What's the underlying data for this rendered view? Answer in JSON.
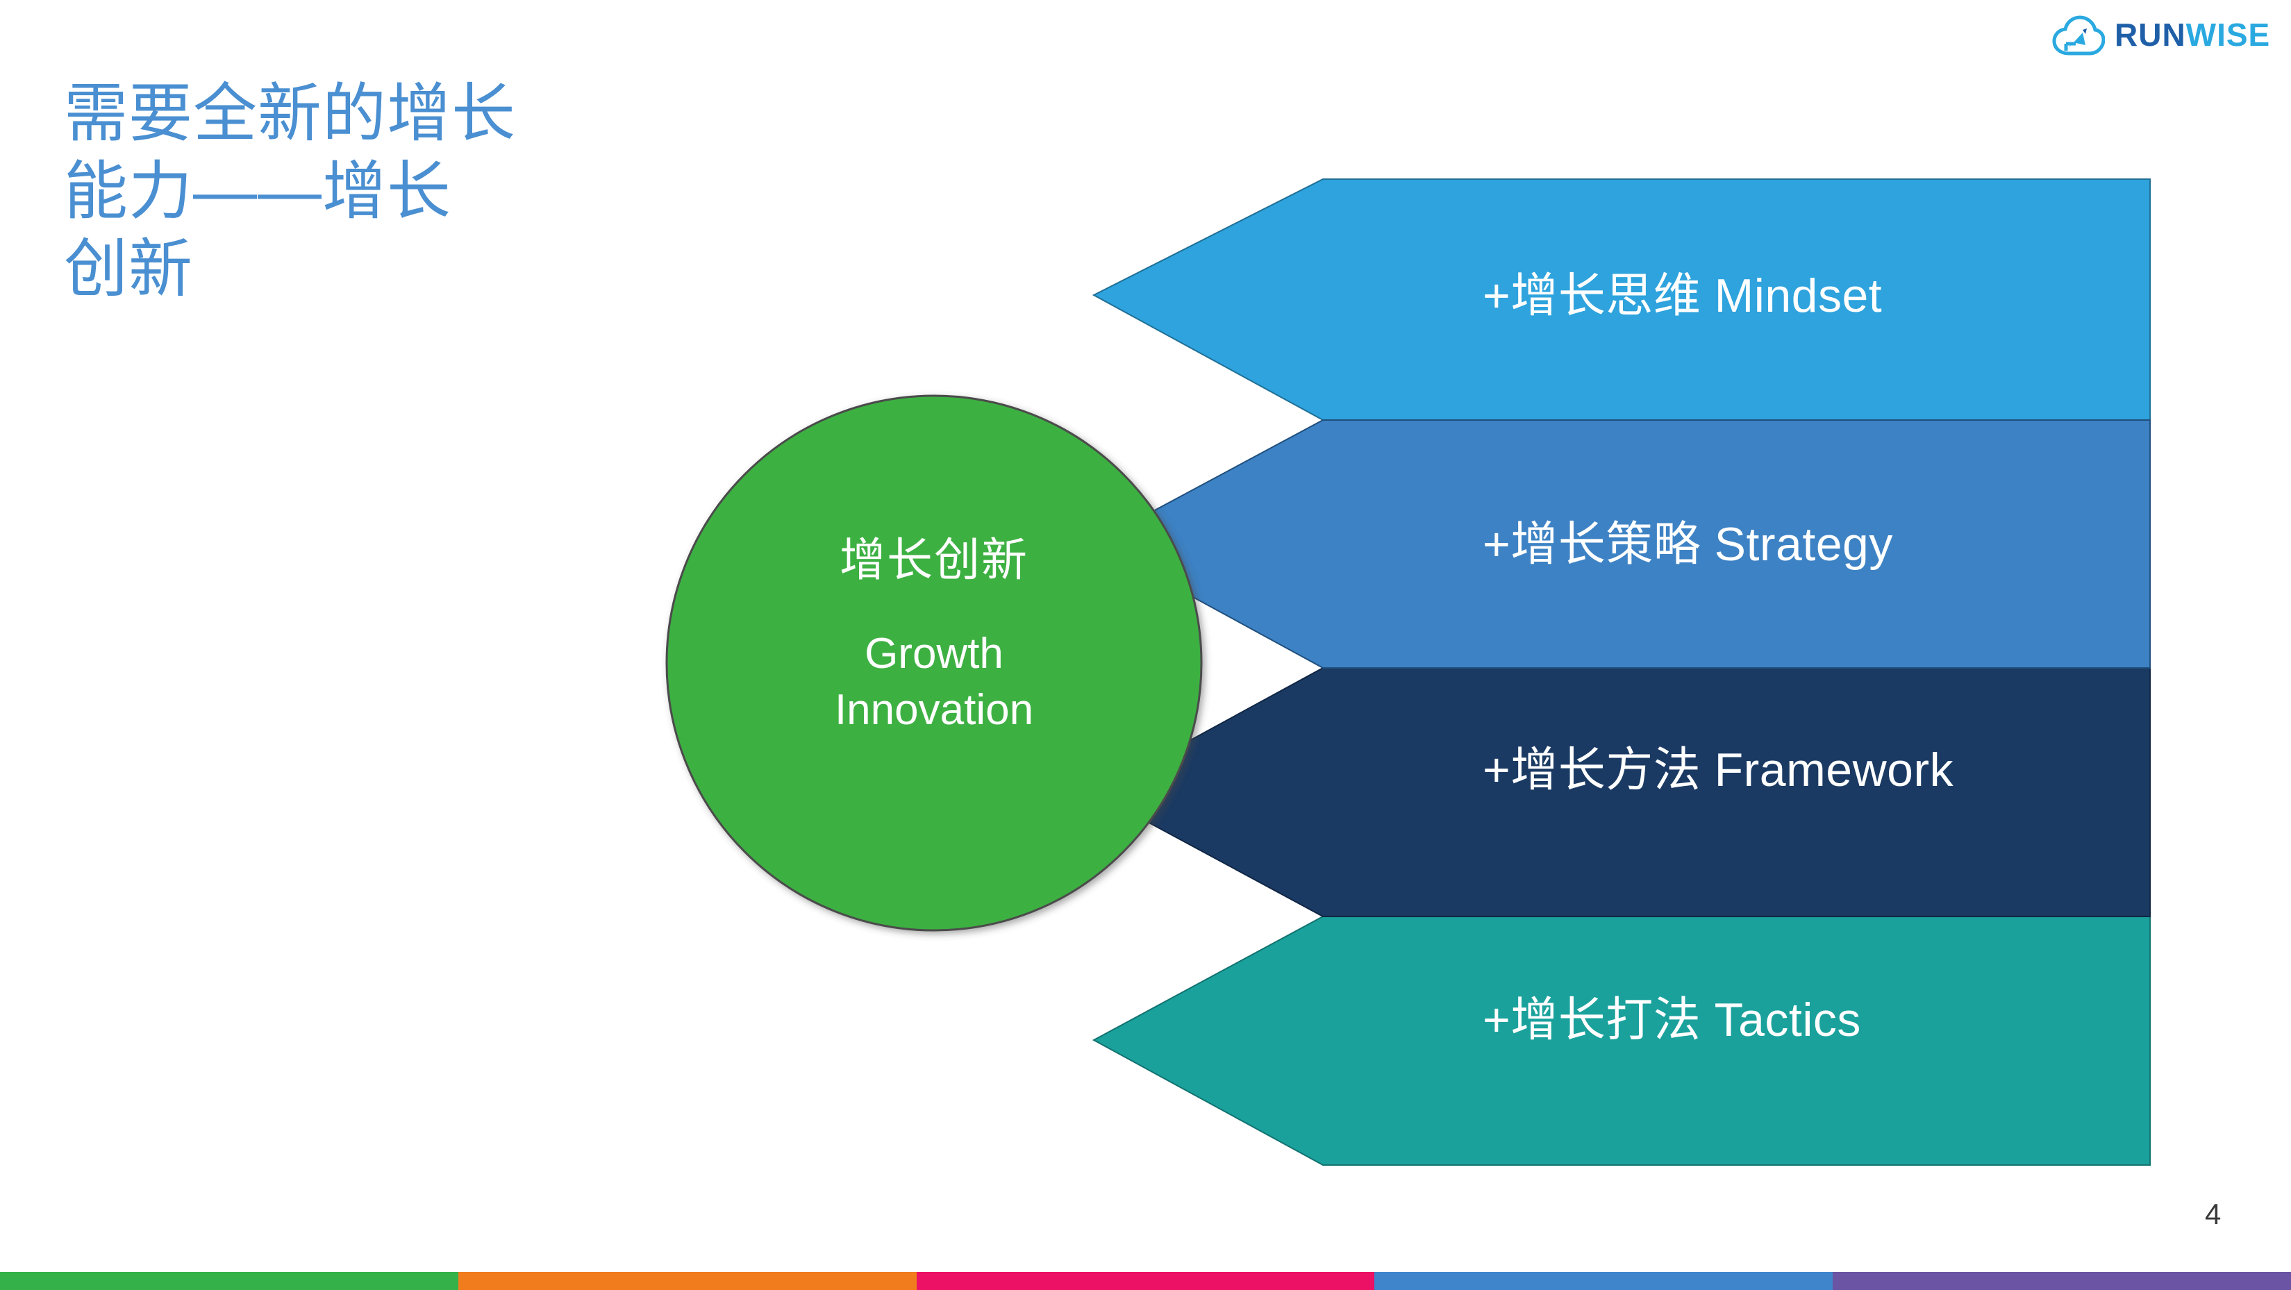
{
  "slide": {
    "page_number": "4",
    "background_color": "#ffffff"
  },
  "logo": {
    "name": "runwise-logo",
    "word_part_1": "RUN",
    "word_part_2": "WISE",
    "color_part_1": "#1f5fa8",
    "color_part_2": "#2aa9e0",
    "icon": "cloud-arrow-icon"
  },
  "title": {
    "text": "需要全新的增长\n能力——增长\n创新",
    "color": "#4a8fd1"
  },
  "center": {
    "label_cn": "增长创新",
    "label_en": "Growth\nInnovation",
    "color": "#3cb043",
    "text_color": "#ffffff"
  },
  "bands": [
    {
      "id": "mindset",
      "label": "+增长思维 Mindset",
      "label_cn": "+增长思维",
      "label_en": "Mindset",
      "color": "#2ea3dd"
    },
    {
      "id": "strategy",
      "label": "+增长策略 Strategy",
      "label_cn": "+增长策略",
      "label_en": "Strategy",
      "color": "#3d82c4"
    },
    {
      "id": "framework",
      "label": "+增长方法 Framework",
      "label_cn": "+增长方法",
      "label_en": "Framework",
      "color": "#1a3a63"
    },
    {
      "id": "tactics",
      "label": "+增长打法 Tactics",
      "label_cn": "+增长打法",
      "label_en": "Tactics",
      "color": "#1aa19c"
    }
  ],
  "footer_bar": {
    "segments": [
      {
        "name": "green",
        "color": "#35b14a"
      },
      {
        "name": "orange",
        "color": "#f07c1e"
      },
      {
        "name": "pink",
        "color": "#ec1164"
      },
      {
        "name": "blue",
        "color": "#3f85cb"
      },
      {
        "name": "purple",
        "color": "#6b54a3"
      }
    ]
  }
}
